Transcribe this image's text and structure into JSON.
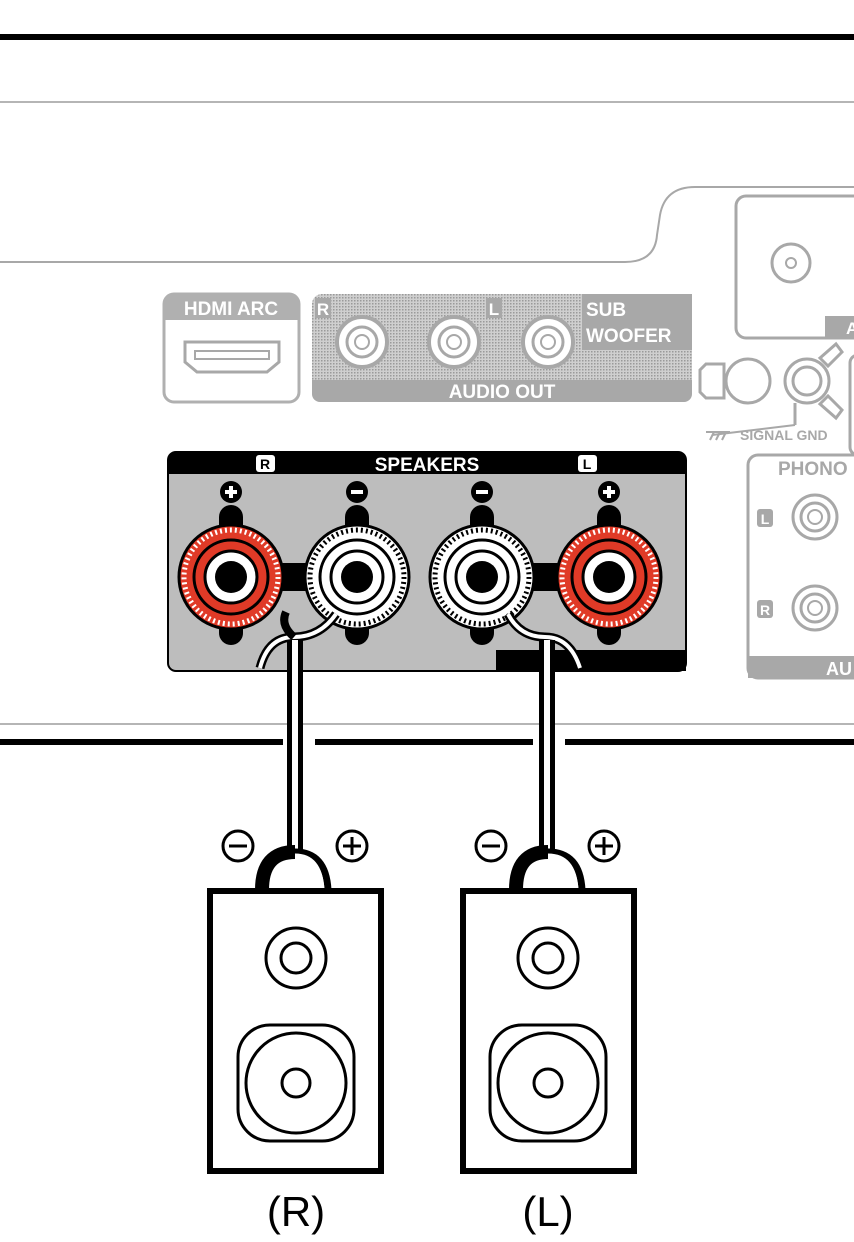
{
  "panel": {
    "hdmi_arc": "HDMI ARC",
    "audio_out": {
      "title": "AUDIO OUT",
      "r": "R",
      "l": "L",
      "sub_line1": "SUB",
      "sub_line2": "WOOFER"
    },
    "signal_gnd": "SIGNAL GND",
    "phono": "PHONO",
    "phono_l": "L",
    "phono_r": "R",
    "phono_bottom_partial": "AU",
    "top_right_partial": "A",
    "speakers": {
      "title": "SPEAKERS",
      "left_channel": "R",
      "right_channel": "L"
    }
  },
  "speakers": [
    {
      "label": "(R)"
    },
    {
      "label": "(L)"
    }
  ],
  "colors": {
    "positive_terminal": "#e03a27",
    "negative_terminal": "#ffffff",
    "panel_gray": "#bdbdbd",
    "label_gray": "#a8a8a8"
  }
}
